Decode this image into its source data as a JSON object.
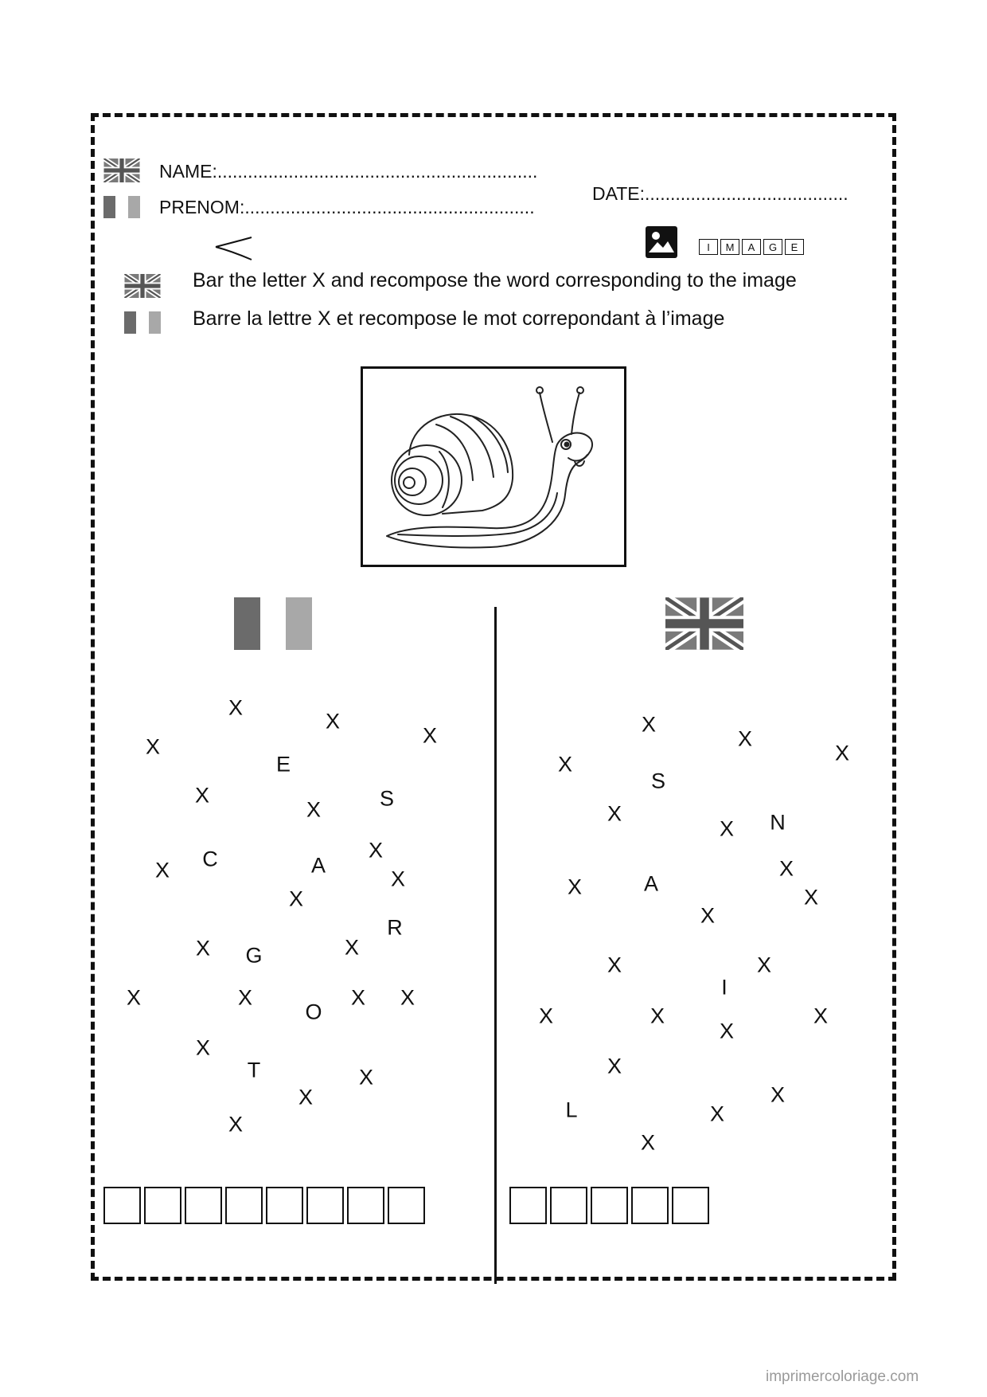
{
  "header": {
    "name_label": "NAME:...............................................................",
    "prenom_label": "PRENOM:.........................................................",
    "date_label": "DATE:........................................"
  },
  "image_word": [
    "I",
    "M",
    "A",
    "G",
    "E"
  ],
  "instructions": {
    "en": "Bar the letter X and recompose the word corresponding to the image",
    "fr": "Barre la lettre X et recompose le mot correpondant à l’image"
  },
  "left_puzzle": {
    "letters": [
      "X",
      "X",
      "X",
      "X",
      "E",
      "X",
      "X",
      "S",
      "X",
      "C",
      "A",
      "X",
      "X",
      "X",
      "R",
      "X",
      "G",
      "X",
      "X",
      "X",
      "X",
      "O",
      "X",
      "X",
      "T",
      "X",
      "X",
      "X"
    ],
    "answer_boxes": 8
  },
  "right_puzzle": {
    "letters": [
      "X",
      "X",
      "X",
      "X",
      "S",
      "X",
      "X",
      "N",
      "X",
      "X",
      "A",
      "X",
      "X",
      "X",
      "X",
      "I",
      "X",
      "X",
      "X",
      "X",
      "X",
      "X",
      "L",
      "X",
      "X"
    ],
    "answer_boxes": 5
  },
  "watermark": "imprimercoloriage.com",
  "colors": {
    "ink": "#111111",
    "flag_gray_dark": "#6b6b6b",
    "flag_gray_light": "#a8a8a8"
  },
  "icons": [
    "uk-flag-icon",
    "fr-flag-icon",
    "scissors-cross-icon",
    "picture-icon",
    "snail-illustration"
  ]
}
